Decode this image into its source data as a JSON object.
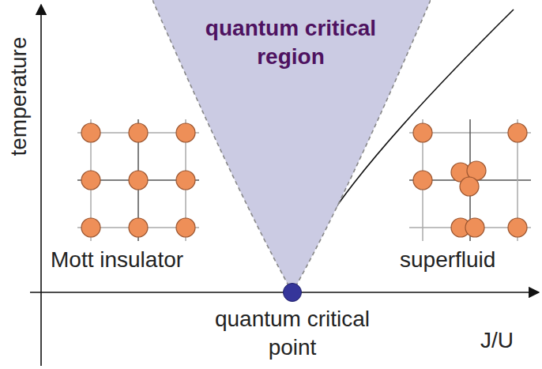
{
  "diagram": {
    "nodes": [
      {
        "text": [
          "quantum critical region"
        ]
      },
      {
        "text": [
          "quantum critical point"
        ]
      }
    ],
    "labels": [
      "temperature",
      "Mott insulator",
      "superfluid",
      "J/U"
    ]
  }
}
